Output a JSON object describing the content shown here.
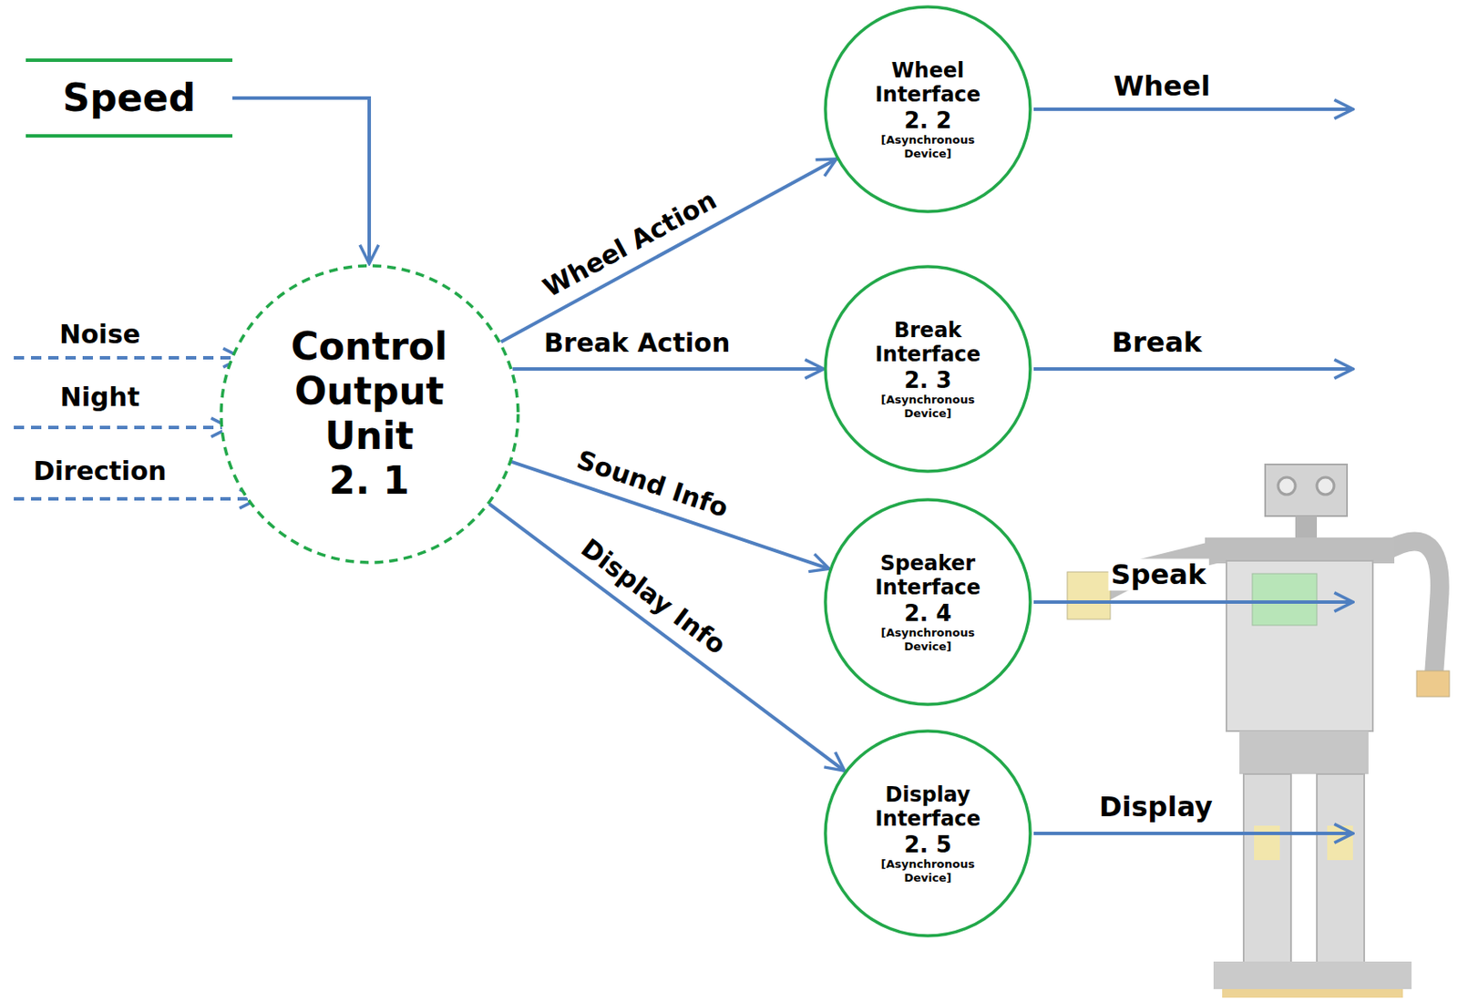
{
  "diagram": {
    "nodes": [
      {
        "text": [
          "Speed"
        ]
      },
      {
        "text": [
          "Control Output Unit",
          "2. 1"
        ]
      },
      {
        "text": [
          "Wheel Interface",
          "2. 2",
          "[Asynchronous Device]"
        ]
      },
      {
        "text": [
          "Break Interface",
          "2. 3",
          "[Asynchronous Device]"
        ]
      },
      {
        "text": [
          "Speaker Interface",
          "2. 4",
          "[Asynchronous Device]"
        ]
      },
      {
        "text": [
          "Display Interface",
          "2. 5",
          "[Asynchronous Device]"
        ]
      }
    ],
    "edges": [
      {
        "from": 0,
        "to": 1,
        "arrow": "to"
      },
      {
        "from": 1,
        "to": 2,
        "label": "Wheel Action",
        "arrow": "to"
      },
      {
        "from": 1,
        "to": 3,
        "label": "Break Action",
        "arrow": "to"
      },
      {
        "from": 1,
        "to": 4,
        "label": "Sound Info",
        "arrow": "to"
      },
      {
        "from": 1,
        "to": 5,
        "label": "Display Info",
        "arrow": "to"
      }
    ],
    "labels": [
      "Noise",
      "Night",
      "Direction",
      "Wheel",
      "Break",
      "Speak",
      "Display"
    ]
  }
}
